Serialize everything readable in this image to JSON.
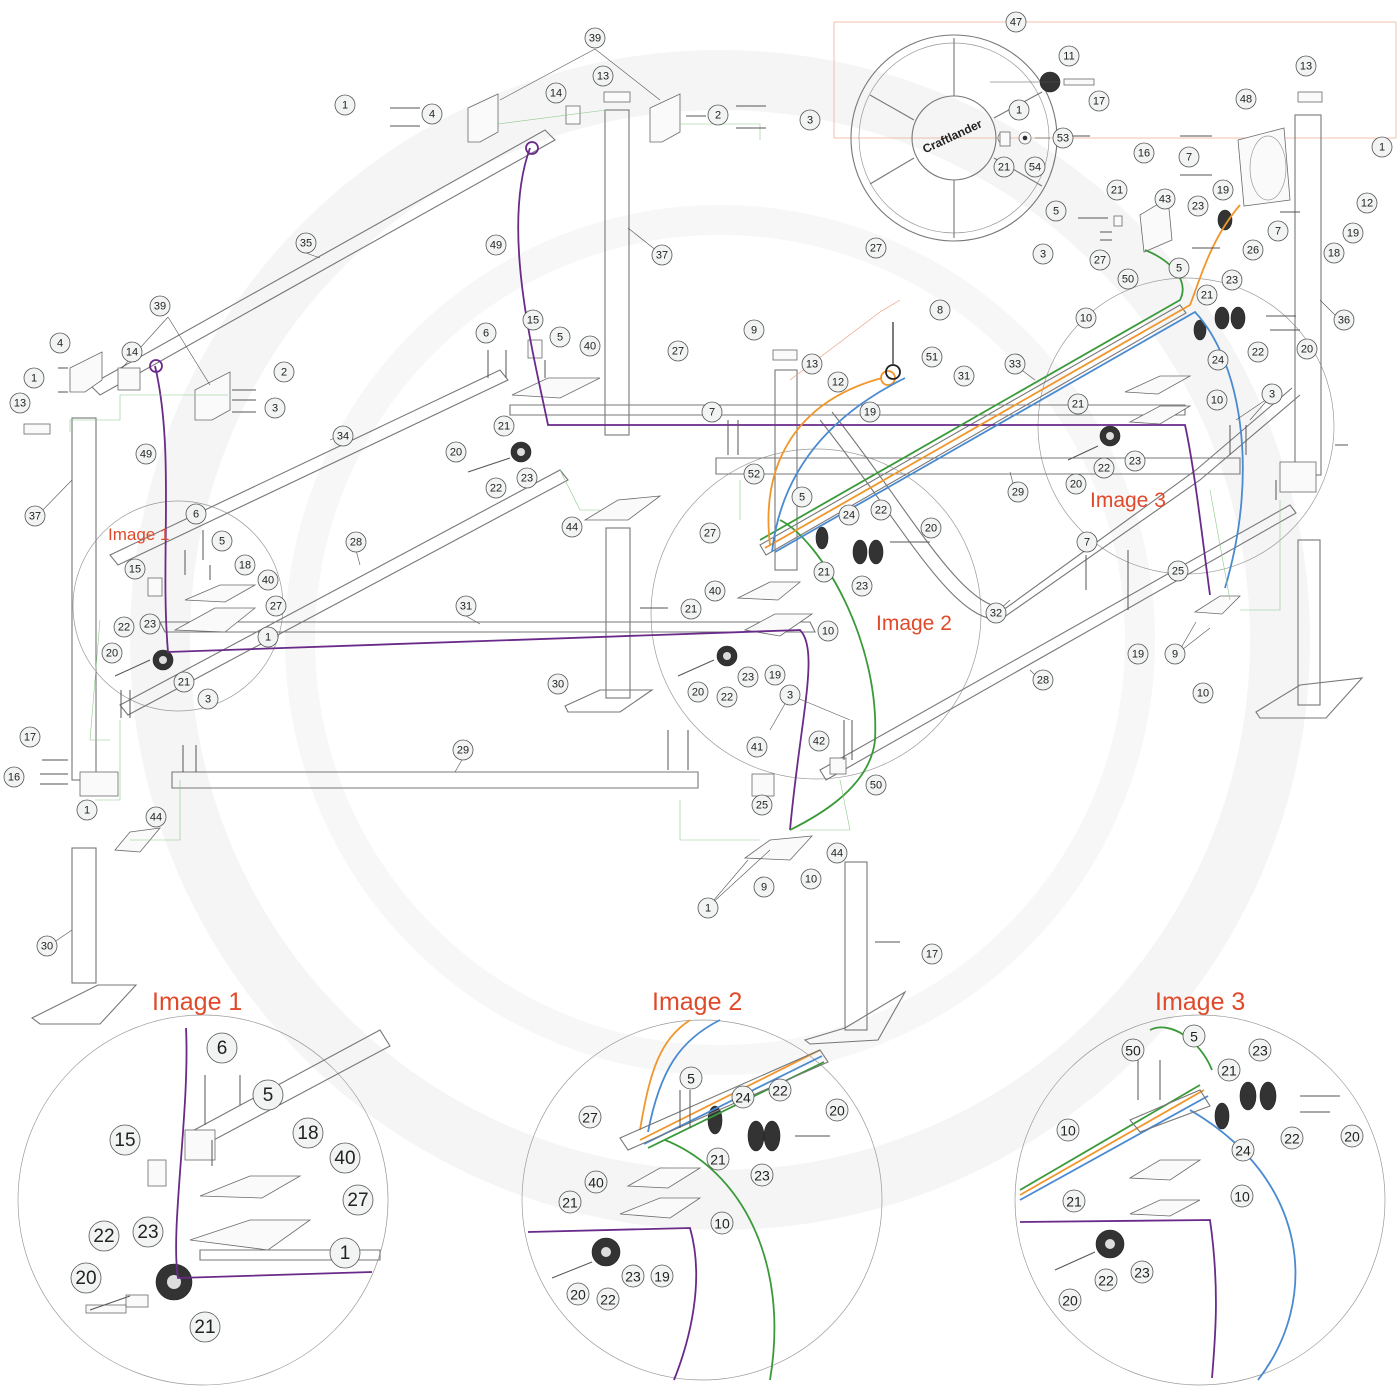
{
  "detail_labels": {
    "image1": "Image 1",
    "image2": "Image 2",
    "image3": "Image 3"
  },
  "wheel_text": "Craftlander",
  "colors": {
    "frame": "#777777",
    "cable_purple": "#6a2a8a",
    "cable_green": "#3a9a3a",
    "cable_blue": "#4a8ad0",
    "cable_orange": "#f0962a",
    "guide_green": "#8bc88b",
    "guide_orange": "#e89a7a",
    "label_red": "#e04a2a"
  }
}
